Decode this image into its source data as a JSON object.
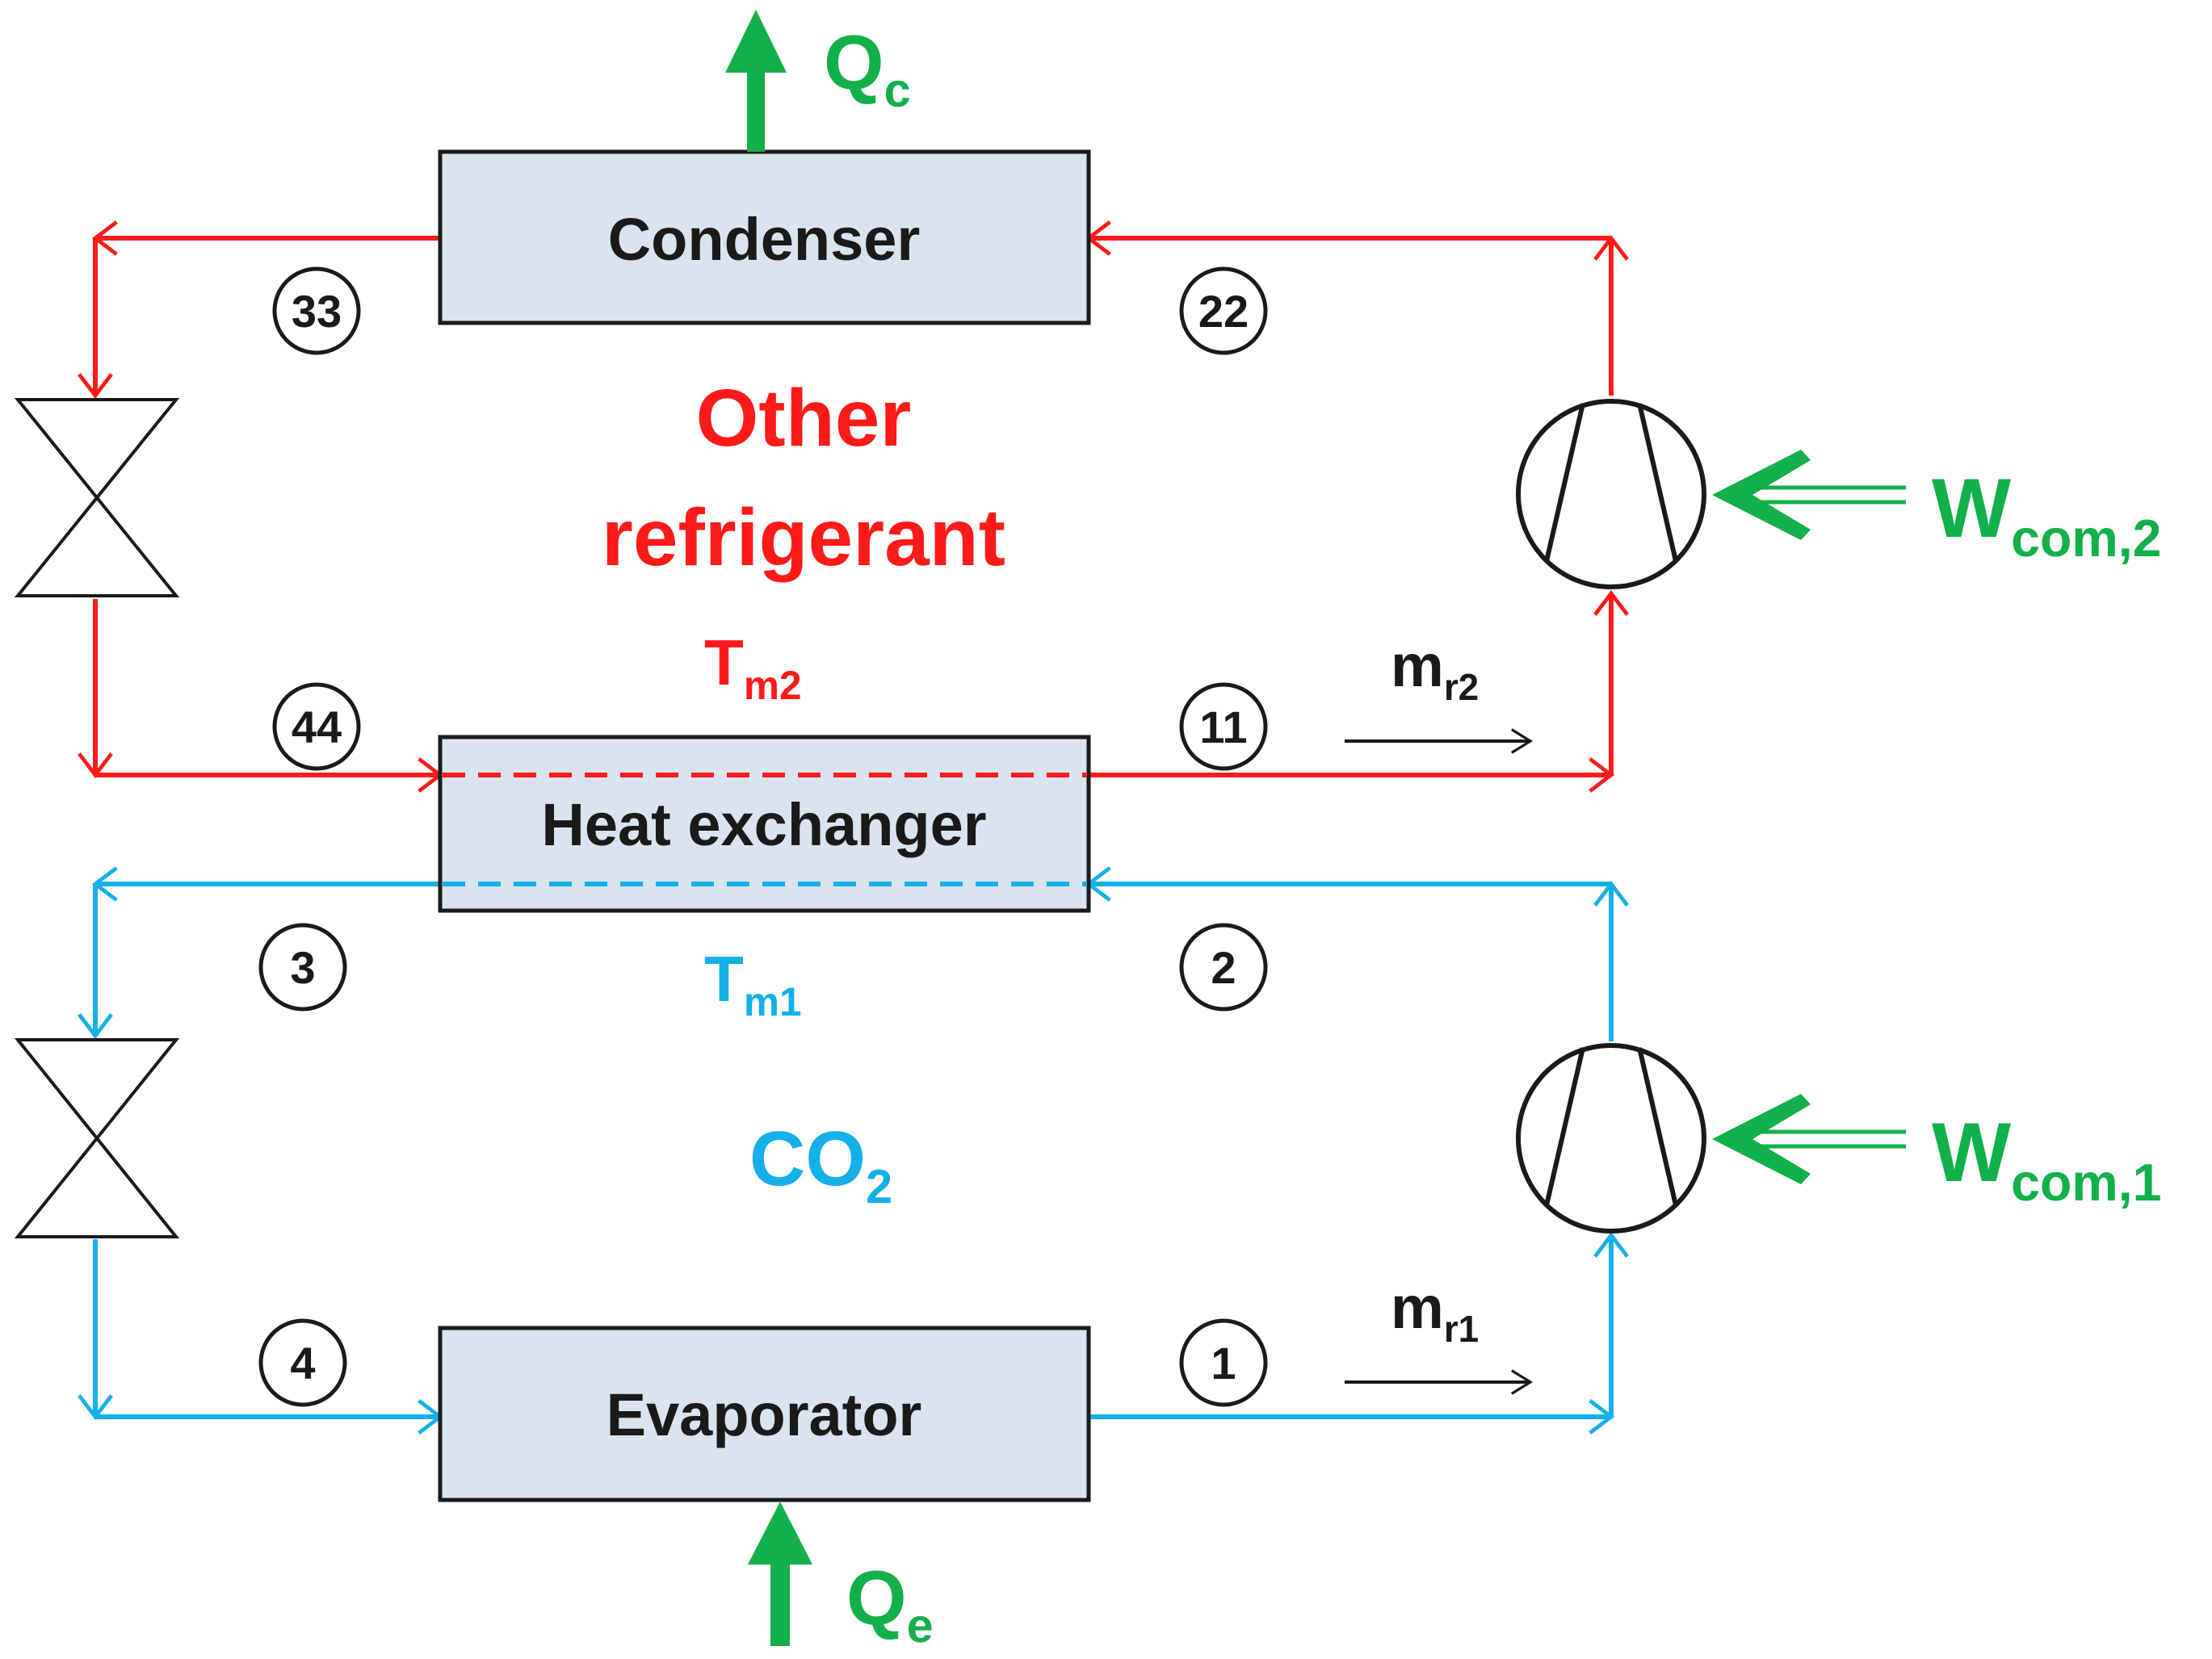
{
  "colors": {
    "other_refrigerant": "#ff1a1a",
    "co2": "#14b0ea",
    "energy": "#12b04a",
    "component_fill": "#d9e4f0",
    "stroke": "#1a1a1a"
  },
  "components": {
    "condenser": "Condenser",
    "heat_exchanger": "Heat exchanger",
    "evaporator": "Evaporator"
  },
  "loops": {
    "upper": {
      "line1": "Other",
      "line2": "refrigerant"
    },
    "lower": {
      "base": "CO",
      "sub": "2"
    }
  },
  "temperatures": {
    "tm2": {
      "base": "T",
      "sub": "m2"
    },
    "tm1": {
      "base": "T",
      "sub": "m1"
    }
  },
  "mass_flows": {
    "mr2": {
      "base": "m",
      "sub": "r2"
    },
    "mr1": {
      "base": "m",
      "sub": "r1"
    }
  },
  "energy": {
    "qc": {
      "base": "Q",
      "sub": "c"
    },
    "qe": {
      "base": "Q",
      "sub": "e"
    },
    "wcom2": {
      "base": "W",
      "sub": "com,2"
    },
    "wcom1": {
      "base": "W",
      "sub": "com,1"
    }
  },
  "state_points": {
    "p33": "33",
    "p22": "22",
    "p44": "44",
    "p11": "11",
    "p3": "3",
    "p2": "2",
    "p4": "4",
    "p1": "1"
  }
}
